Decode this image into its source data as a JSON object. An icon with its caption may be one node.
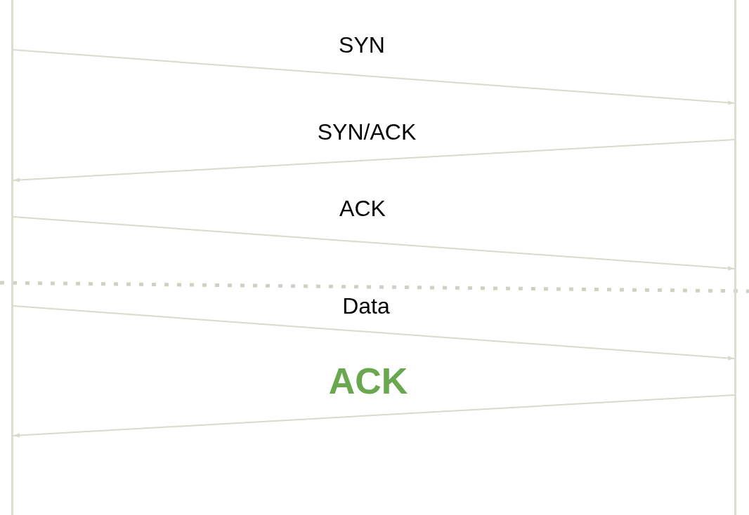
{
  "diagram": {
    "nodes": [
      {
        "text": [],
        "shape": "bar"
      },
      {
        "text": [],
        "shape": "bar"
      }
    ],
    "edges": [
      {
        "from": 0,
        "to": 1,
        "arrow": "to",
        "label": "SYN"
      },
      {
        "from": 1,
        "to": 0,
        "arrow": "to",
        "label": "SYN/ACK"
      },
      {
        "from": 0,
        "to": 1,
        "arrow": "to",
        "label": "ACK"
      },
      {
        "from": 0,
        "to": 1,
        "arrow": "to",
        "label": "Data"
      },
      {
        "from": 1,
        "to": 0,
        "arrow": "to",
        "label": "ACK"
      }
    ]
  }
}
